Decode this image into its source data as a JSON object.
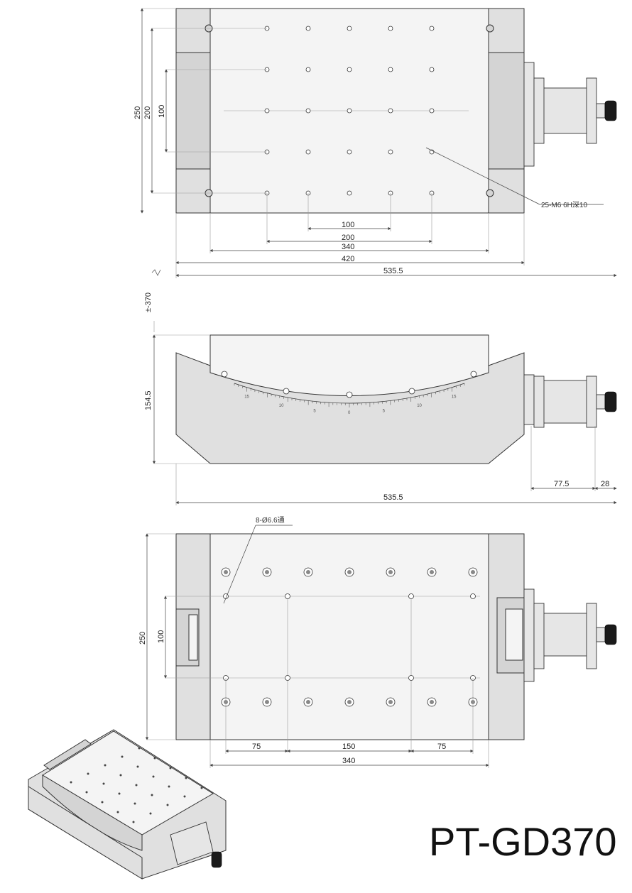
{
  "model_label": "PT-GD370",
  "top_view": {
    "callout": "25-M6 6H深10",
    "dims_vertical": [
      "250",
      "200",
      "100"
    ],
    "dims_horizontal": [
      "100",
      "200",
      "340",
      "420",
      "535.5"
    ]
  },
  "side_view": {
    "travel_label": "±-370",
    "height_dim": "154.5",
    "length_dim": "535.5",
    "motor_dims": [
      "77.5",
      "28"
    ],
    "scale_ticks": [
      "15",
      "10",
      "5",
      "0",
      "5",
      "10",
      "15"
    ]
  },
  "bottom_view": {
    "callout": "8-Ø6.6通",
    "dims_vertical": [
      "250",
      "100"
    ],
    "dims_horizontal": [
      "75",
      "150",
      "75",
      "340"
    ]
  },
  "icons": [
    "motor-icon",
    "knob-icon",
    "isometric-stage-icon"
  ]
}
